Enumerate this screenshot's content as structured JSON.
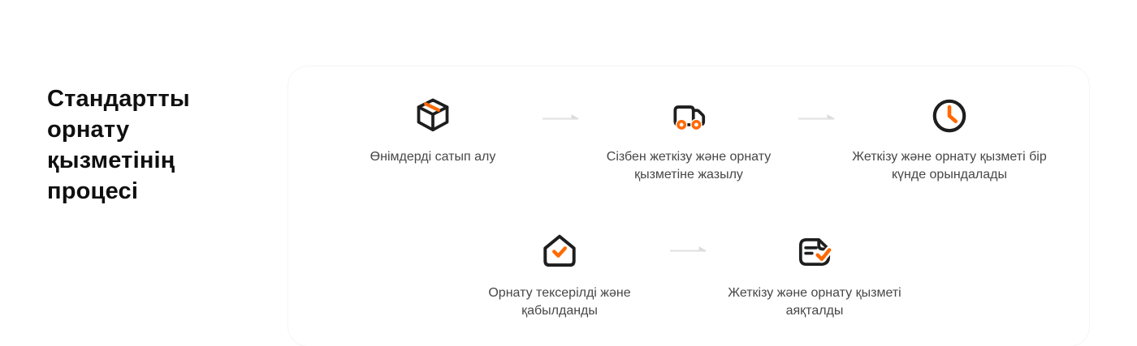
{
  "title": "Стандартты\nорнату\nқызметінің\nпроцесі",
  "card": {
    "steps": [
      {
        "icon": "package-box-icon",
        "caption": "Өнімдерді сатып алу"
      },
      {
        "icon": "delivery-truck-icon",
        "caption": "Сізбен жеткізу және орнату\nқызметіне жазылу"
      },
      {
        "icon": "clock-icon",
        "caption": "Жеткізу және орнату қызметі бір\nкүнде орындалады"
      },
      {
        "icon": "house-check-icon",
        "caption": "Орнату тексерілді және\nқабылданды"
      },
      {
        "icon": "document-check-icon",
        "caption": "Жеткізу және орнату қызметі\nаяқталды"
      }
    ]
  },
  "colors": {
    "accent_orange": "#ff6900",
    "icon_stroke": "#1e1e1e",
    "title_text": "#0f0f0f",
    "caption_text": "#474747",
    "arrow_gray": "#e5e5e5",
    "card_background": "#ffffff"
  }
}
